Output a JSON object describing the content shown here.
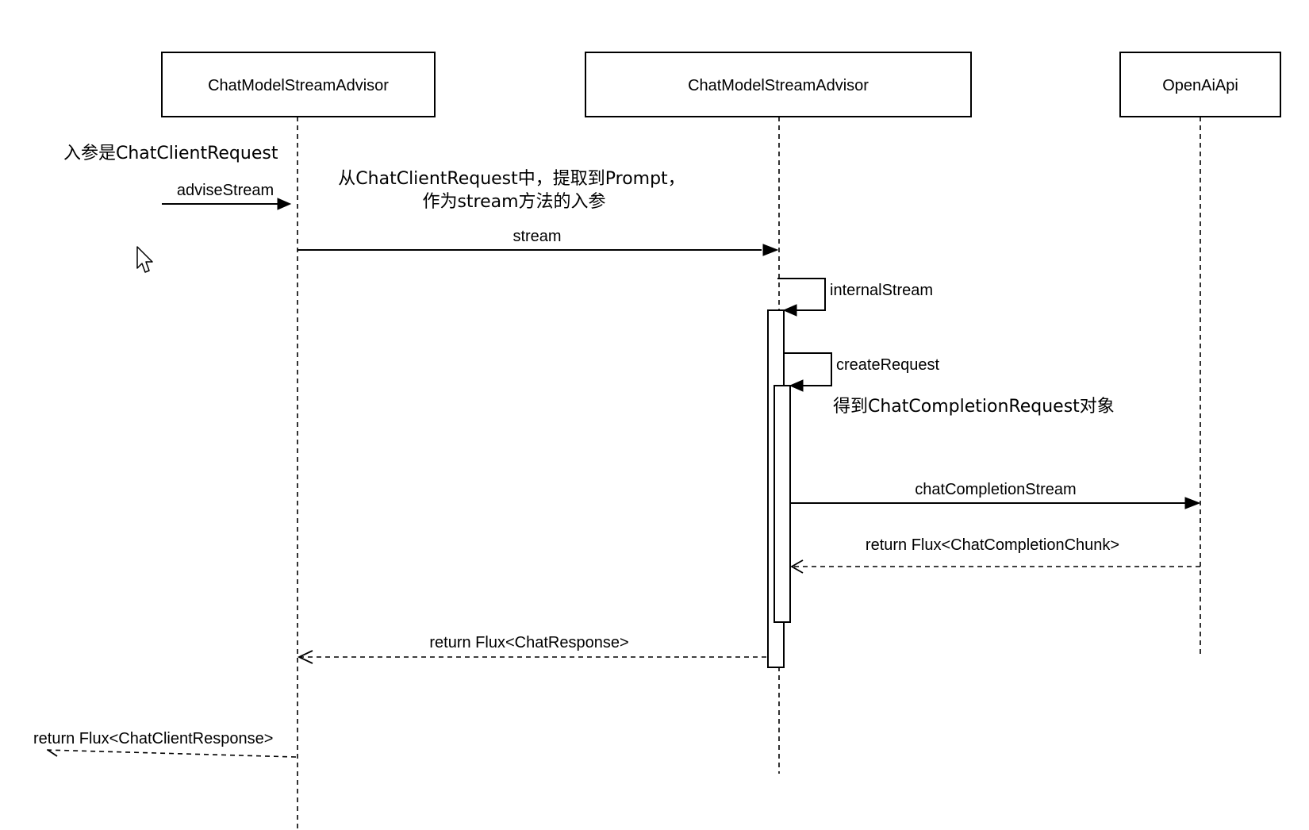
{
  "participants": [
    {
      "label": "ChatModelStreamAdvisor"
    },
    {
      "label": "ChatModelStreamAdvisor"
    },
    {
      "label": "OpenAiApi"
    }
  ],
  "notes": {
    "input_param": "入参是ChatClientRequest",
    "extract_line1": "从ChatClientRequest中，提取到Prompt，",
    "extract_line2": "作为stream方法的入参",
    "result_object": "得到ChatCompletionRequest对象"
  },
  "messages": {
    "advise_stream": "adviseStream",
    "stream": "stream",
    "internal_stream": "internalStream",
    "create_request": "createRequest",
    "chat_completion_stream": "chatCompletionStream",
    "return_chunk": "return  Flux<ChatCompletionChunk>",
    "return_chat_response": "return  Flux<ChatResponse>",
    "return_client_response": "return  Flux<ChatClientResponse>"
  }
}
